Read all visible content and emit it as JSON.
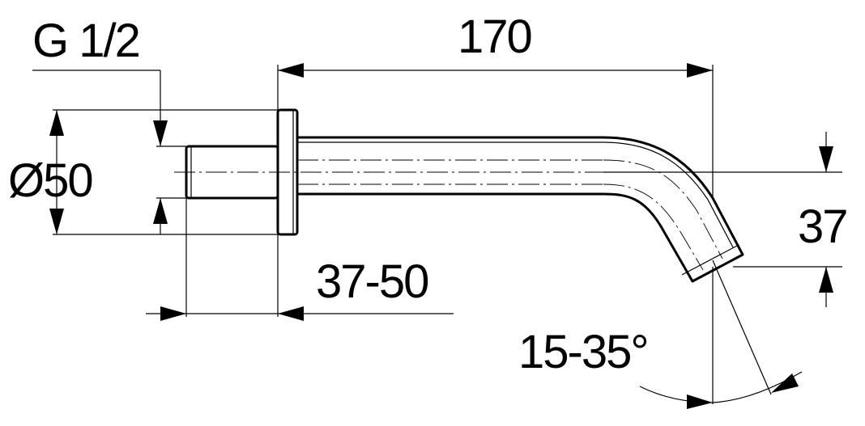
{
  "dimensions": {
    "thread": "G 1/2",
    "diameter": "Ø50",
    "length": "170",
    "projection": "37",
    "wall_range": "37-50",
    "angle": "15-35°"
  }
}
